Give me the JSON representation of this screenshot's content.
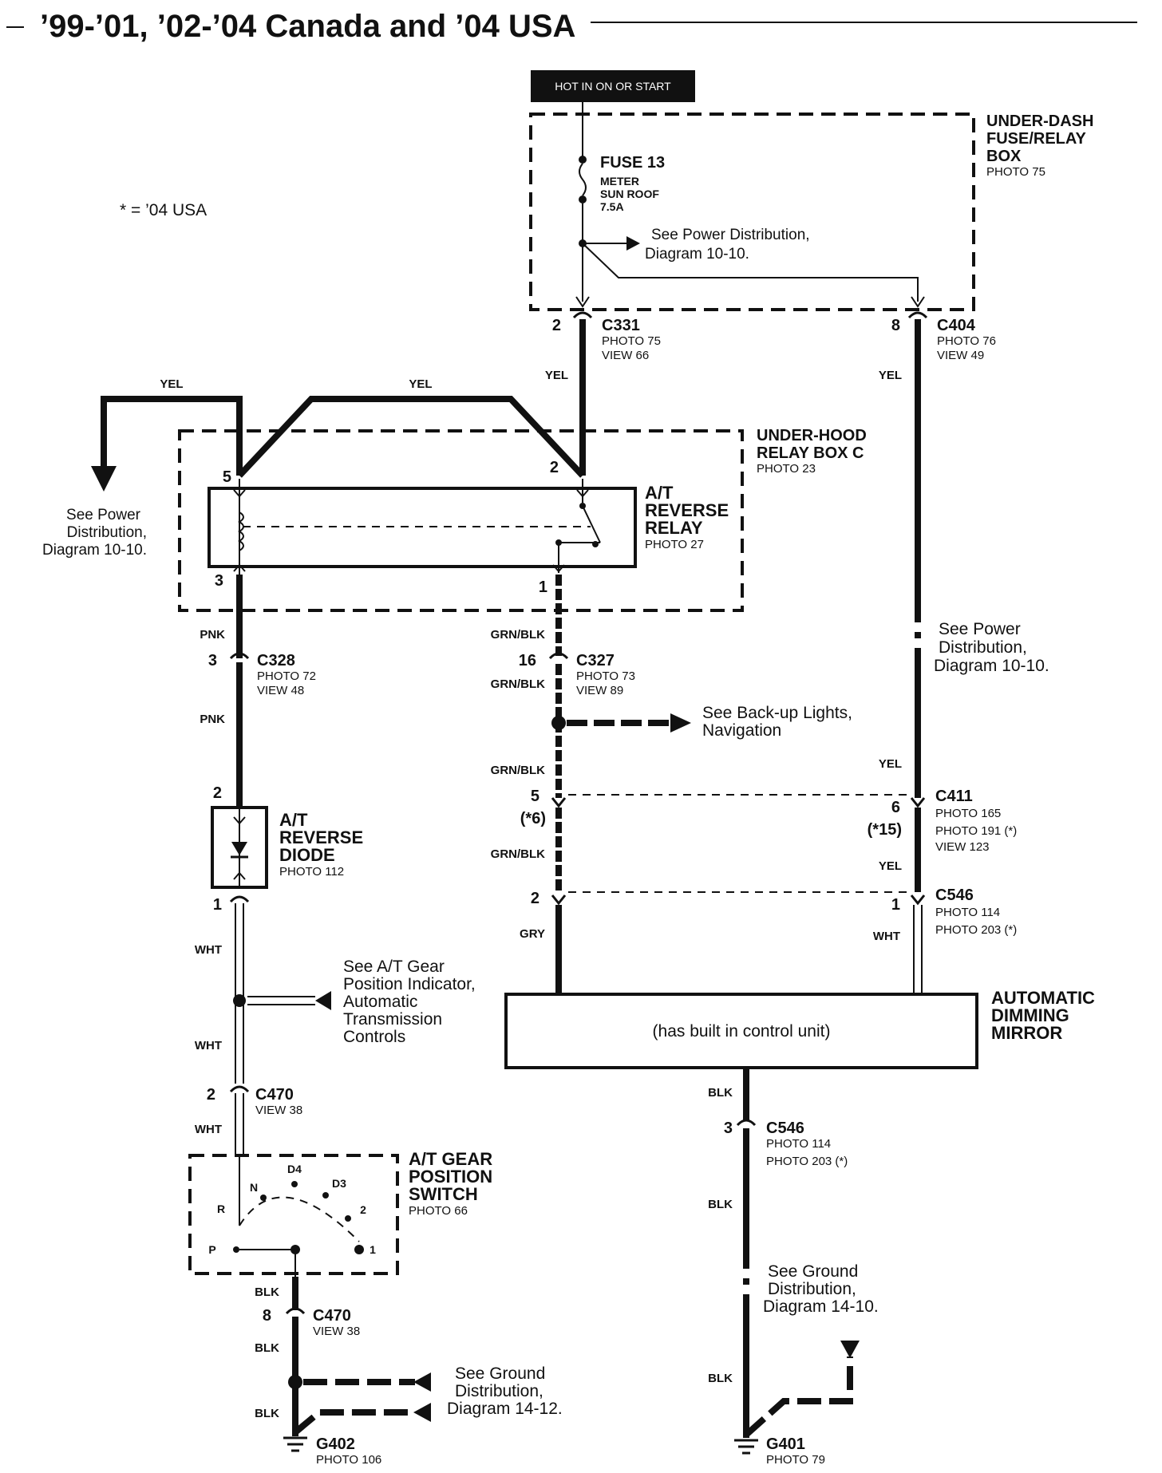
{
  "title": "’99-’01, ’02-’04 Canada and ’04 USA",
  "legend": "* = ’04 USA",
  "hot_label": "HOT IN ON OR START",
  "fuse_box": {
    "name1": "UNDER-DASH",
    "name2": "FUSE/RELAY",
    "name3": "BOX",
    "photo": "PHOTO 75"
  },
  "fuse": {
    "name": "FUSE 13",
    "line1": "METER",
    "line2": "SUN ROOF",
    "rating": "7.5A"
  },
  "see_power_top": {
    "line1": "See Power Distribution,",
    "line2": "Diagram 10-10."
  },
  "c331": {
    "pin": "2",
    "name": "C331",
    "photo": "PHOTO 75",
    "view": "VIEW 66"
  },
  "c404": {
    "pin": "8",
    "name": "C404",
    "photo": "PHOTO 76",
    "view": "VIEW 49"
  },
  "wire_colors": {
    "yel": "YEL",
    "pnk": "PNK",
    "grn_blk": "GRN/BLK",
    "wht": "WHT",
    "gry": "GRY",
    "blk": "BLK"
  },
  "relay_box": {
    "name1": "UNDER-HOOD",
    "name2": "RELAY BOX C",
    "photo": "PHOTO 23"
  },
  "relay": {
    "name1": "A/T",
    "name2": "REVERSE",
    "name3": "RELAY",
    "photo": "PHOTO 27",
    "pin5": "5",
    "pin2": "2",
    "pin3": "3",
    "pin1": "1"
  },
  "see_power_left": {
    "line1": "See Power",
    "line2": "Distribution,",
    "line3": "Diagram 10-10."
  },
  "see_power_right": {
    "line1": "See Power",
    "line2": "Distribution,",
    "line3": "Diagram 10-10."
  },
  "c328": {
    "pin": "3",
    "name": "C328",
    "photo": "PHOTO 72",
    "view": "VIEW 48"
  },
  "c327": {
    "pin": "16",
    "name": "C327",
    "photo": "PHOTO 73",
    "view": "VIEW 89"
  },
  "backup_note": {
    "line1": "See Back-up Lights,",
    "line2": "Navigation"
  },
  "diode": {
    "name1": "A/T",
    "name2": "REVERSE",
    "name3": "DIODE",
    "photo": "PHOTO 112",
    "pin_top": "2",
    "pin_bottom": "1"
  },
  "c411": {
    "pin_left": "5",
    "pin_left_alt": "(*6)",
    "pin_right": "6",
    "pin_right_alt": "(*15)",
    "name": "C411",
    "photo1": "PHOTO 165",
    "photo2": "PHOTO 191 (*)",
    "view": "VIEW 123"
  },
  "c546_top": {
    "pin_left": "2",
    "pin_right": "1",
    "name": "C546",
    "photo1": "PHOTO 114",
    "photo2": "PHOTO 203 (*)"
  },
  "gear_note": {
    "line1": "See A/T Gear",
    "line2": "Position Indicator,",
    "line3": "Automatic",
    "line4": "Transmission",
    "line5": "Controls"
  },
  "mirror": {
    "text": "(has built in control unit)",
    "name1": "AUTOMATIC",
    "name2": "DIMMING",
    "name3": "MIRROR"
  },
  "c470_top": {
    "pin": "2",
    "name": "C470",
    "view": "VIEW 38"
  },
  "c546_bottom": {
    "pin": "3",
    "name": "C546",
    "photo1": "PHOTO 114",
    "photo2": "PHOTO 203 (*)"
  },
  "gear_switch": {
    "name1": "A/T GEAR",
    "name2": "POSITION",
    "name3": "SWITCH",
    "photo": "PHOTO 66",
    "pos_n": "N",
    "pos_d4": "D4",
    "pos_d3": "D3",
    "pos_r": "R",
    "pos_2": "2",
    "pos_p": "P",
    "pos_1": "1"
  },
  "ground_note_right": {
    "line1": "See Ground",
    "line2": "Distribution,",
    "line3": "Diagram 14-10."
  },
  "c470_bottom": {
    "pin": "8",
    "name": "C470",
    "view": "VIEW 38"
  },
  "ground_note_left": {
    "line1": "See Ground",
    "line2": "Distribution,",
    "line3": "Diagram 14-12."
  },
  "g402": {
    "name": "G402",
    "photo": "PHOTO 106"
  },
  "g401": {
    "name": "G401",
    "photo": "PHOTO 79"
  }
}
